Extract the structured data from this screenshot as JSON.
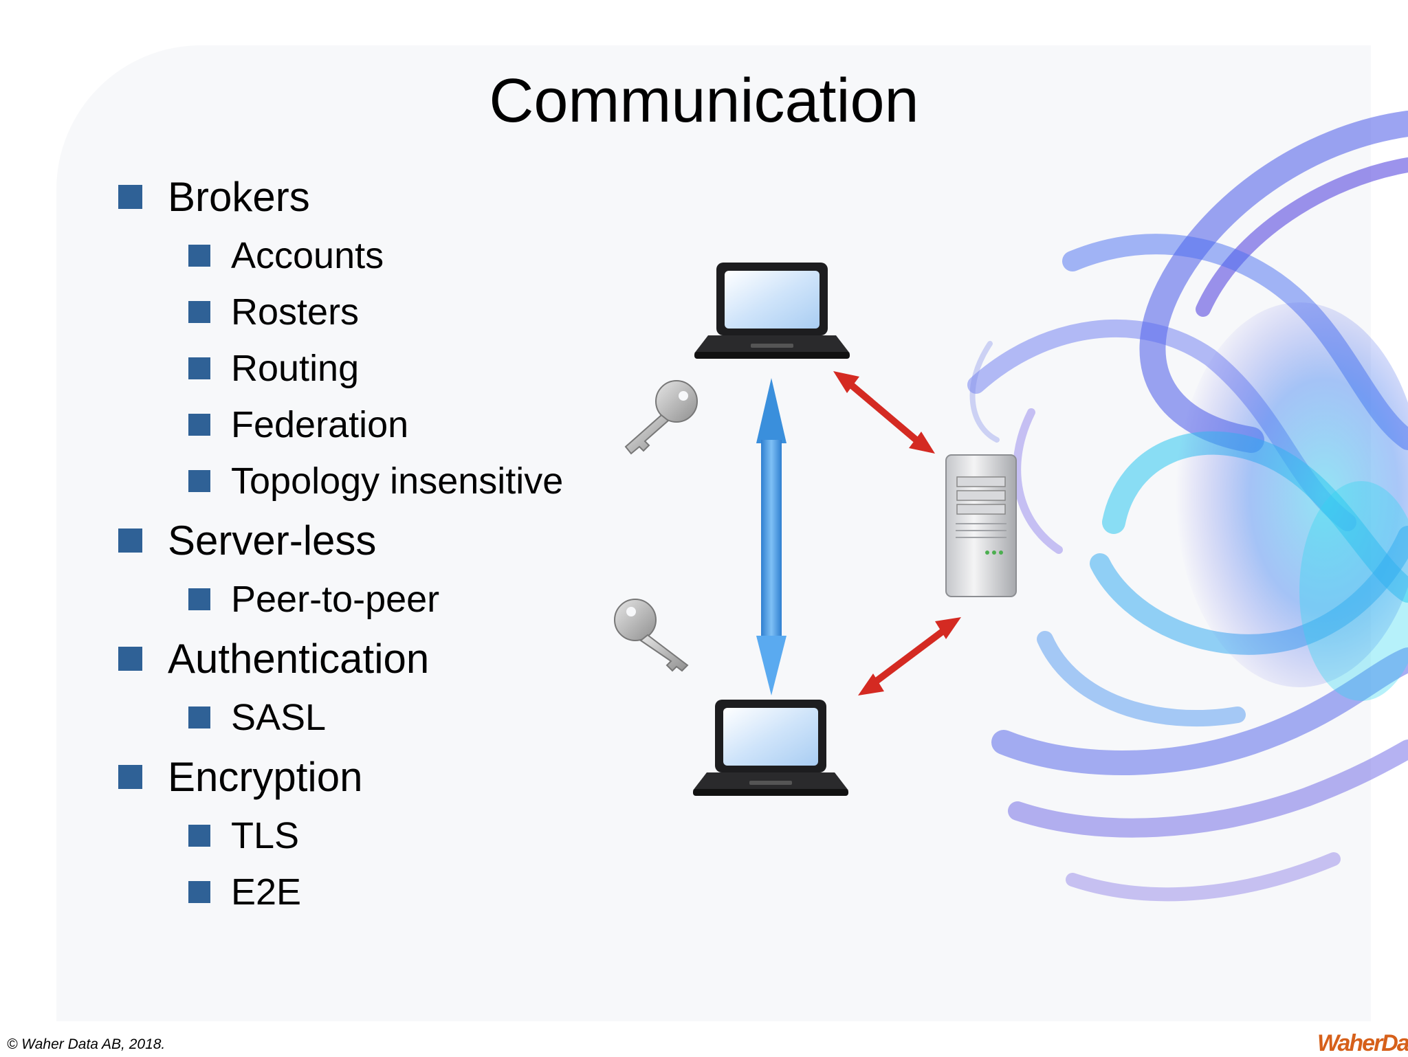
{
  "slide": {
    "title": "Communication",
    "bullets": [
      {
        "text": "Brokers",
        "level": 1
      },
      {
        "text": "Accounts",
        "level": 2
      },
      {
        "text": "Rosters",
        "level": 2
      },
      {
        "text": "Routing",
        "level": 2
      },
      {
        "text": "Federation",
        "level": 2
      },
      {
        "text": "Topology insensitive",
        "level": 2
      },
      {
        "text": "Server-less",
        "level": 1
      },
      {
        "text": "Peer-to-peer",
        "level": 2
      },
      {
        "text": "Authentication",
        "level": 1
      },
      {
        "text": "SASL",
        "level": 2
      },
      {
        "text": "Encryption",
        "level": 1
      },
      {
        "text": "TLS",
        "level": 2
      },
      {
        "text": "E2E",
        "level": 2
      }
    ],
    "footer": "© Waher Data AB, 2018.",
    "logo_text": "WaherData"
  },
  "diagram": {
    "nodes": [
      "laptop-icon",
      "laptop-icon",
      "server-icon",
      "key-icon",
      "key-icon"
    ],
    "arrows": [
      "blue double arrow between laptops",
      "red double arrows laptop-server"
    ]
  },
  "colors": {
    "bullet": "#2f6196",
    "red_arrow": "#d42a22",
    "blue_arrow": "#4a9be0",
    "logo": "#d6601a"
  }
}
